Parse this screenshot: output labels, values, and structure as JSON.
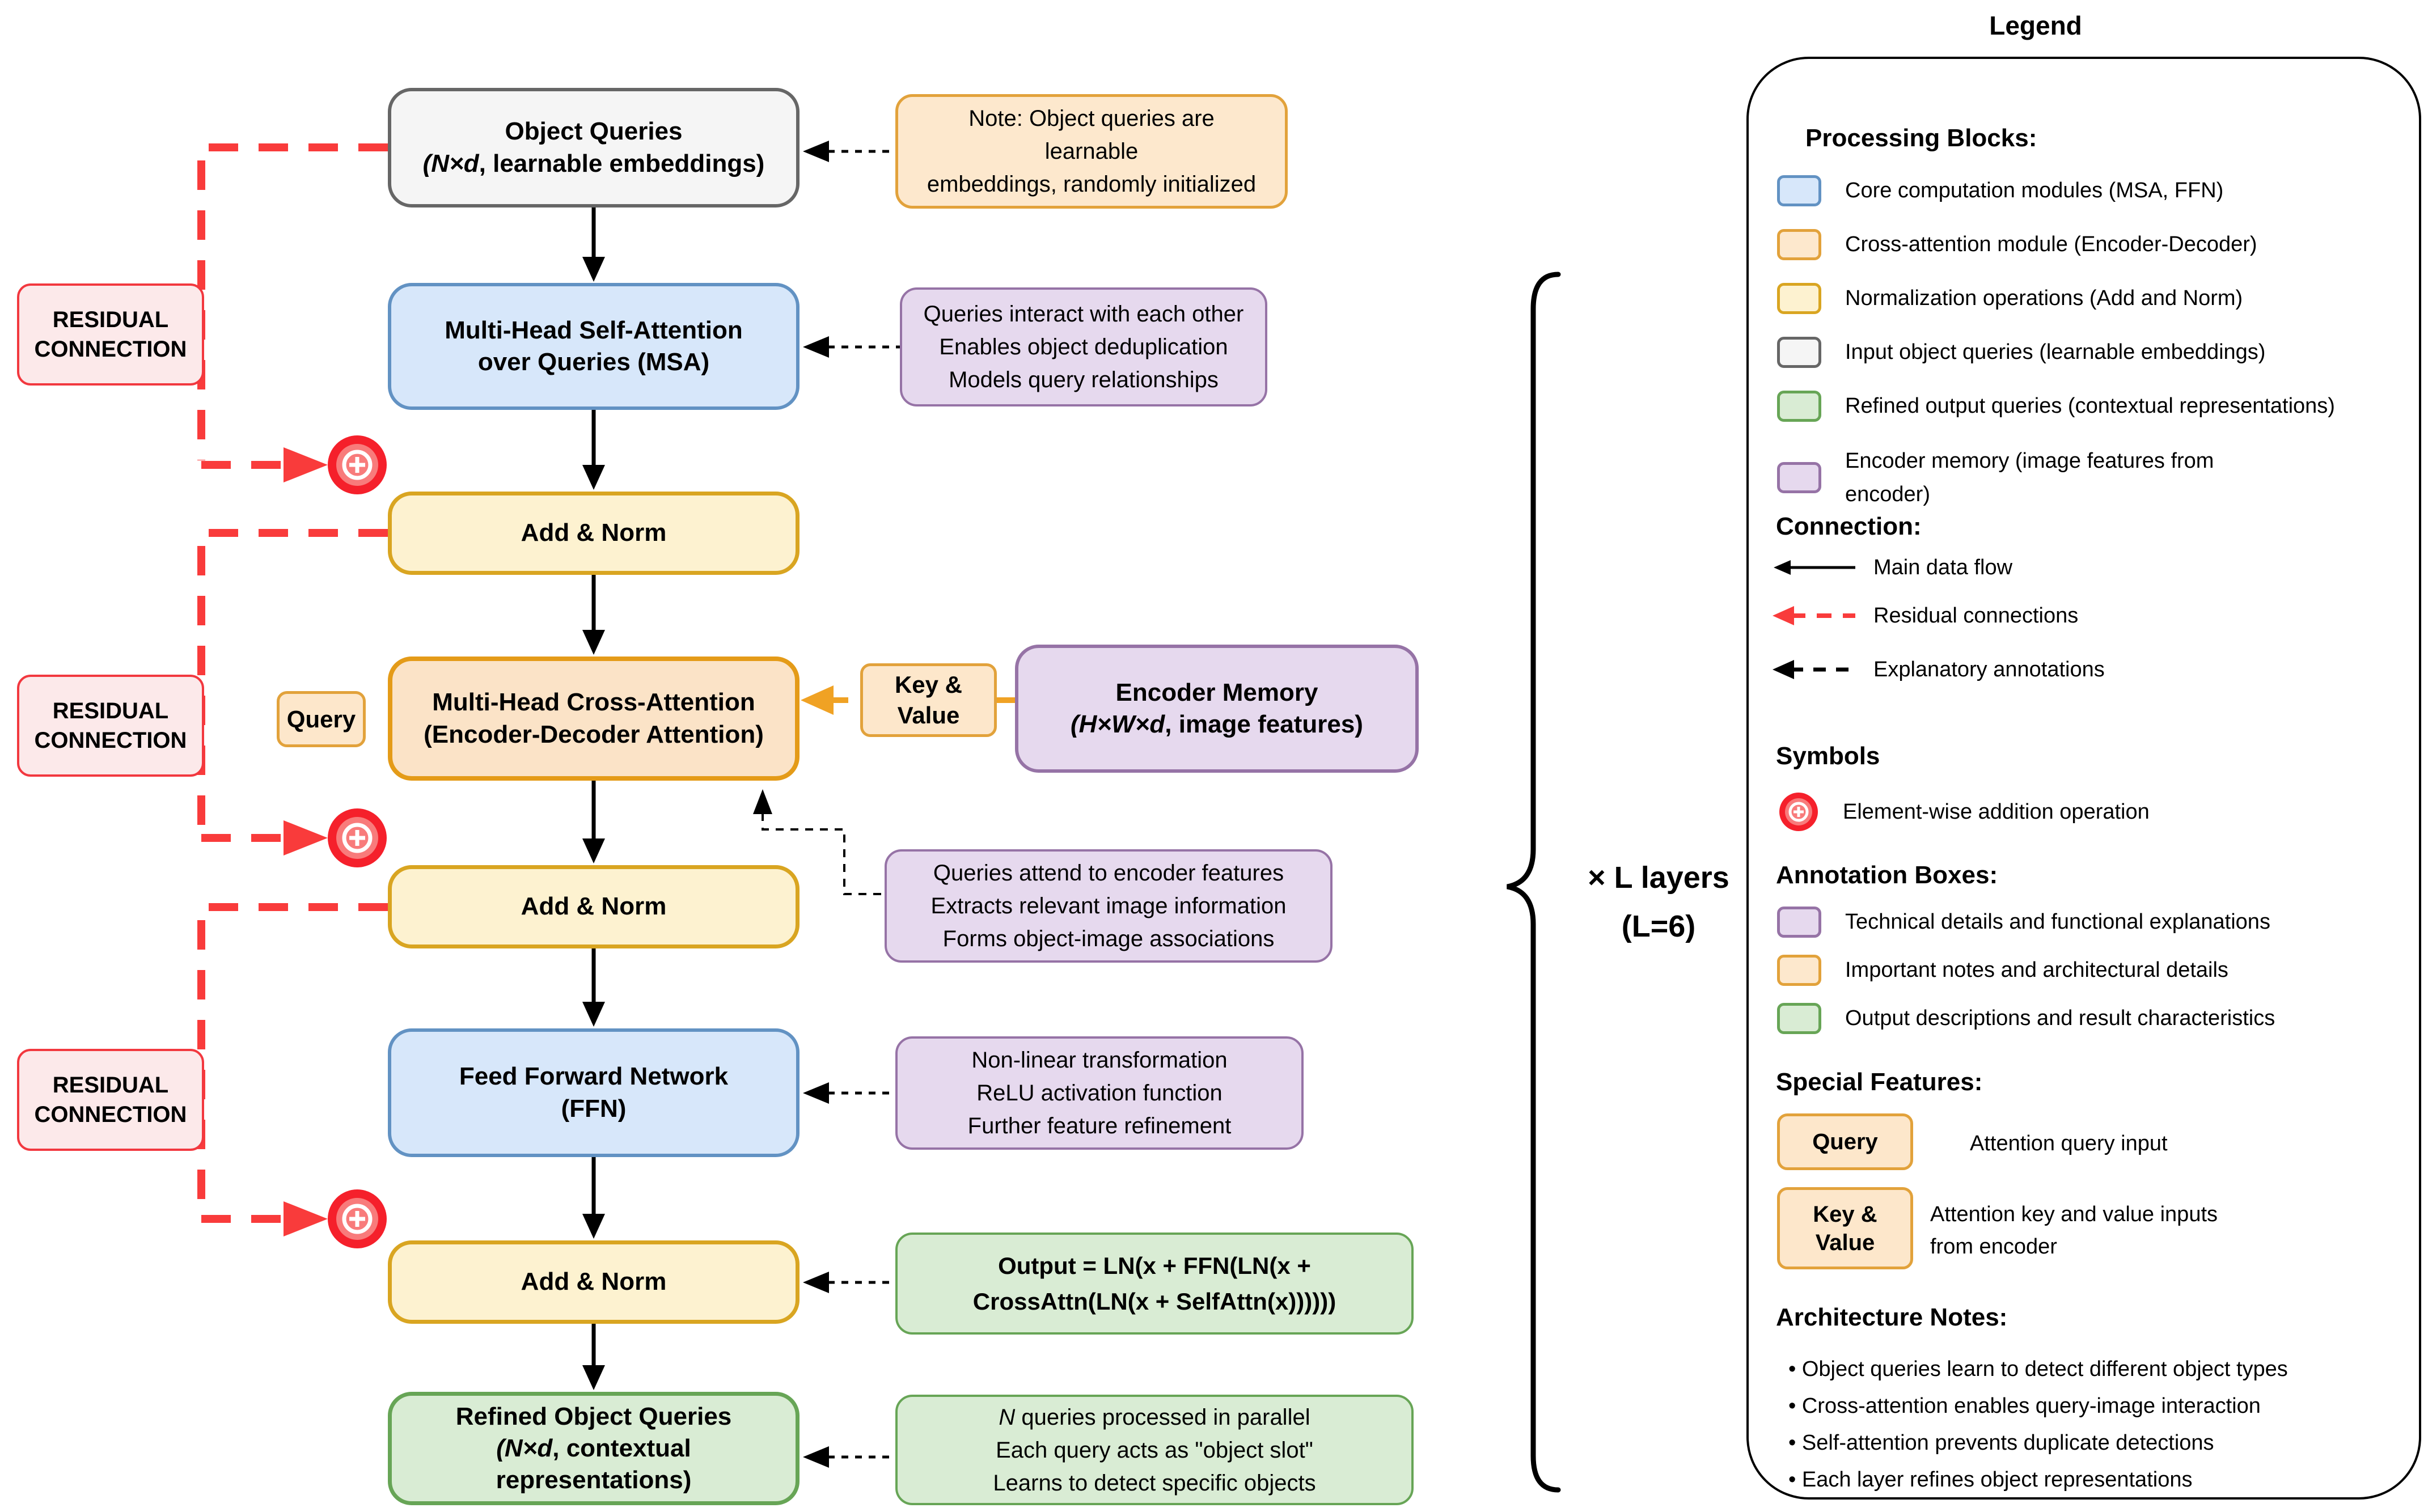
{
  "diagram": {
    "blocks": {
      "object_queries": {
        "title": "Object Queries",
        "sub_i": "(N×d",
        "sub_r": ", learnable embeddings)"
      },
      "msa": {
        "line1": "Multi-Head Self-Attention",
        "line2": "over Queries (MSA)"
      },
      "add_norm": {
        "label": "Add & Norm"
      },
      "cross_attention": {
        "line1": "Multi-Head Cross-Attention",
        "line2": "(Encoder-Decoder Attention)"
      },
      "query_tag": {
        "label": "Query"
      },
      "key_value_tag": {
        "line1": "Key &",
        "line2": "Value"
      },
      "encoder_memory": {
        "title": "Encoder Memory",
        "sub_i": "(H×W×d",
        "sub_r": ", image features)"
      },
      "ffn": {
        "line1": "Feed Forward Network",
        "line2": "(FFN)"
      },
      "refined": {
        "title": "Refined Object Queries",
        "sub_i": "(N×d",
        "sub_r": ", contextual",
        "line3": "representations)"
      }
    },
    "annotations": {
      "note": {
        "l1": "Note: Object queries are",
        "l2": "learnable",
        "l3": "embeddings, randomly initialized"
      },
      "msa": {
        "l1": "Queries interact with each other",
        "l2": "Enables object deduplication",
        "l3": "Models query relationships"
      },
      "cross": {
        "l1": "Queries attend to encoder features",
        "l2": "Extracts relevant image information",
        "l3": "Forms object-image associations"
      },
      "ffn": {
        "l1": "Non-linear transformation",
        "l2": "ReLU activation function",
        "l3": "Further feature refinement"
      },
      "output": {
        "l1": "Output = LN(x + FFN(LN(x +",
        "l2": "CrossAttn(LN(x + SelfAttn(x))))))"
      },
      "refined": {
        "l1_i": "N",
        "l1_r": " queries processed in parallel",
        "l2": "Each query acts as \"object slot\"",
        "l3": "Learns to detect specific objects"
      }
    },
    "residual_label": {
      "l1": "RESIDUAL",
      "l2": "CONNECTION"
    },
    "layers_label": {
      "l1": "× L layers",
      "l2": "(L=6)"
    }
  },
  "legend": {
    "title": "Legend",
    "processing": {
      "header": "Processing Blocks:",
      "items": [
        {
          "swatch": "blue-swatch",
          "label": "Core computation modules (MSA, FFN)"
        },
        {
          "swatch": "orange-swatch",
          "label": "Cross-attention module (Encoder-Decoder)"
        },
        {
          "swatch": "yellow-swatch",
          "label": "Normalization operations (Add and Norm)"
        },
        {
          "swatch": "gray-swatch",
          "label": "Input object queries (learnable embeddings)"
        },
        {
          "swatch": "green-swatch",
          "label": "Refined output queries (contextual representations)"
        },
        {
          "swatch": "purple-swatch",
          "label_1": "Encoder memory (image features from",
          "label_2": "encoder)"
        }
      ]
    },
    "connections": {
      "header": "Connection:",
      "items": [
        {
          "style": "solid-black-arrow",
          "label": "Main data flow"
        },
        {
          "style": "dashed-red-arrow",
          "label": "Residual connections"
        },
        {
          "style": "dashed-black-arrow",
          "label": "Explanatory annotations"
        }
      ]
    },
    "symbols": {
      "header": "Symbols",
      "items": [
        {
          "icon": "plus-circle",
          "label": "Element-wise addition operation"
        }
      ]
    },
    "annotation_boxes": {
      "header": "Annotation Boxes:",
      "items": [
        {
          "swatch": "purple-swatch",
          "label": "Technical details and functional explanations"
        },
        {
          "swatch": "orange-swatch",
          "label": "Important notes and architectural details"
        },
        {
          "swatch": "green-swatch",
          "label": "Output descriptions and result characteristics"
        }
      ]
    },
    "special": {
      "header": "Special Features:",
      "query": {
        "tag": "Query",
        "desc": "Attention query input"
      },
      "key_value": {
        "tag_1": "Key &",
        "tag_2": "Value",
        "desc_1": "Attention key and value inputs",
        "desc_2": "from encoder"
      }
    },
    "notes": {
      "header": "Architecture Notes:",
      "bullets": [
        "• Object queries learn to detect different object types",
        "• Cross-attention enables query-image interaction",
        "• Self-attention prevents duplicate detections",
        "• Each layer refines object representations"
      ]
    }
  },
  "colors": {
    "main_flow": "#000000",
    "residual_red": "#F93B3B",
    "orange_accent": "#F0A224",
    "blue_fill": "#D7E7FA",
    "blue_border": "#6292C3",
    "orange_fill": "#FBE3C7",
    "orange_border": "#E49B18",
    "yellow_fill": "#FDF2D0",
    "yellow_border": "#D9A521",
    "gray_fill": "#F5F5F5",
    "gray_border": "#666666",
    "green_fill": "#D9ECD4",
    "green_border": "#67A556",
    "purple_fill": "#E6D9EE",
    "purple_border": "#9673A6",
    "pink_fill": "#FCE9EA",
    "plus_red": "#F5202B"
  }
}
